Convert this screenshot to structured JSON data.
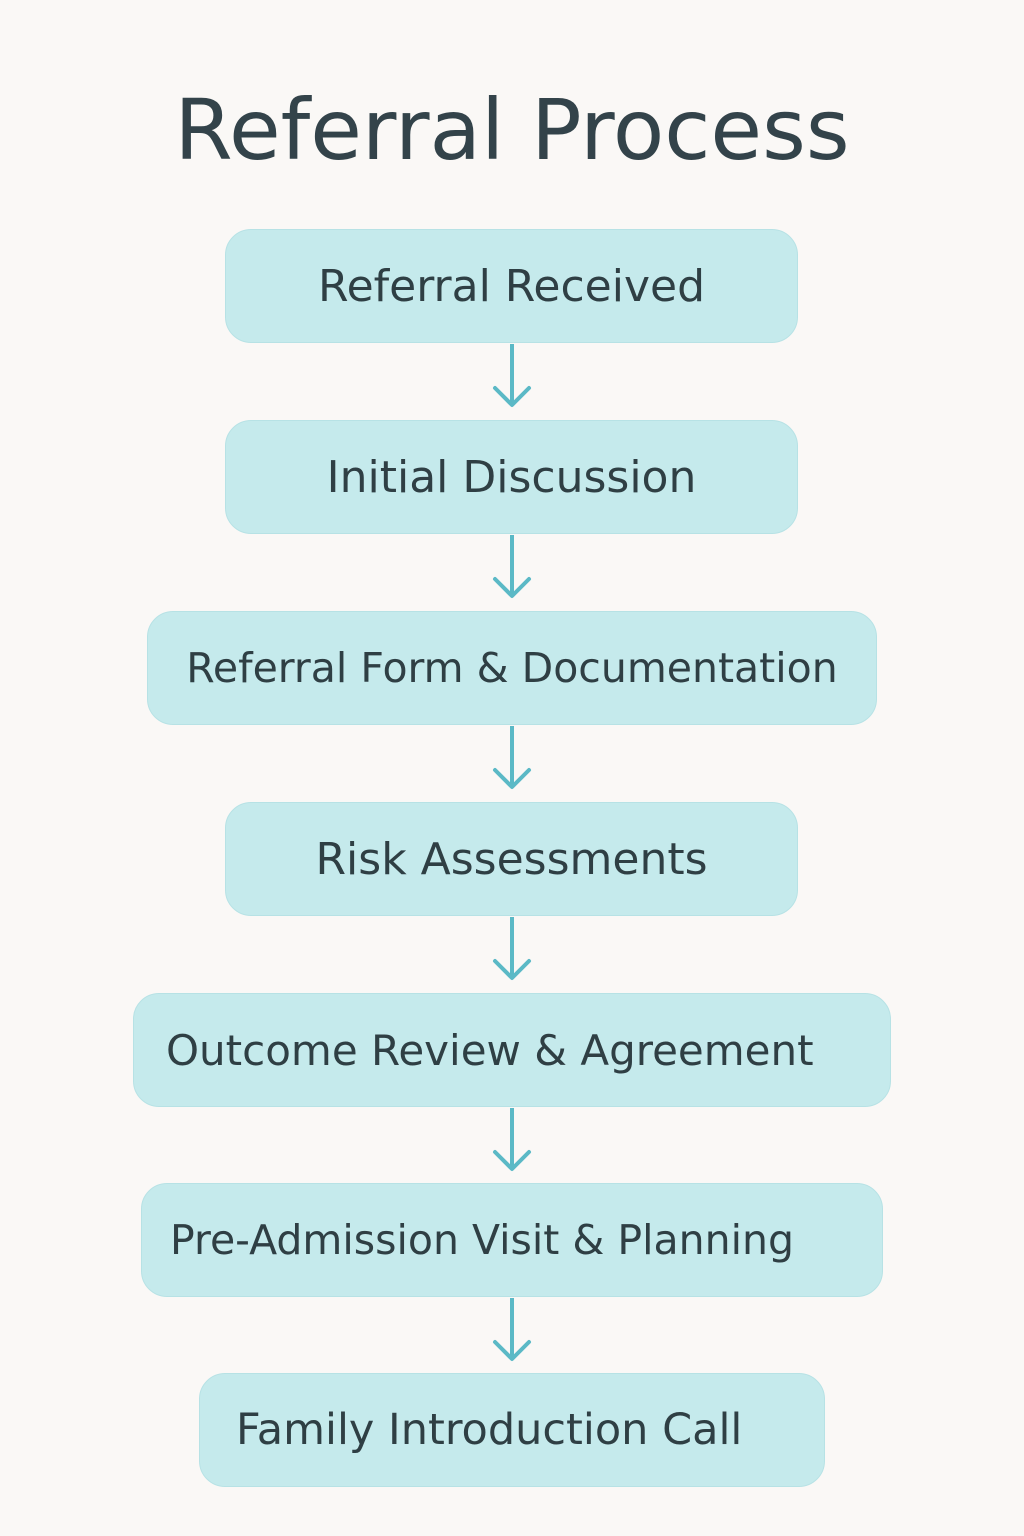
{
  "title": "Referral Process",
  "colors": {
    "background": "#faf8f6",
    "box_fill": "#c5eaec",
    "arrow": "#5bb9c6",
    "text": "#2f3f44"
  },
  "steps": [
    {
      "label": "Referral Received"
    },
    {
      "label": "Initial Discussion"
    },
    {
      "label": "Referral Form & Documentation"
    },
    {
      "label": "Risk Assessments"
    },
    {
      "label": "Outcome Review & Agreement"
    },
    {
      "label": "Pre-Admission Visit & Planning"
    },
    {
      "label": "Family Introduction Call"
    }
  ],
  "connector_icon": "arrow-down-icon"
}
